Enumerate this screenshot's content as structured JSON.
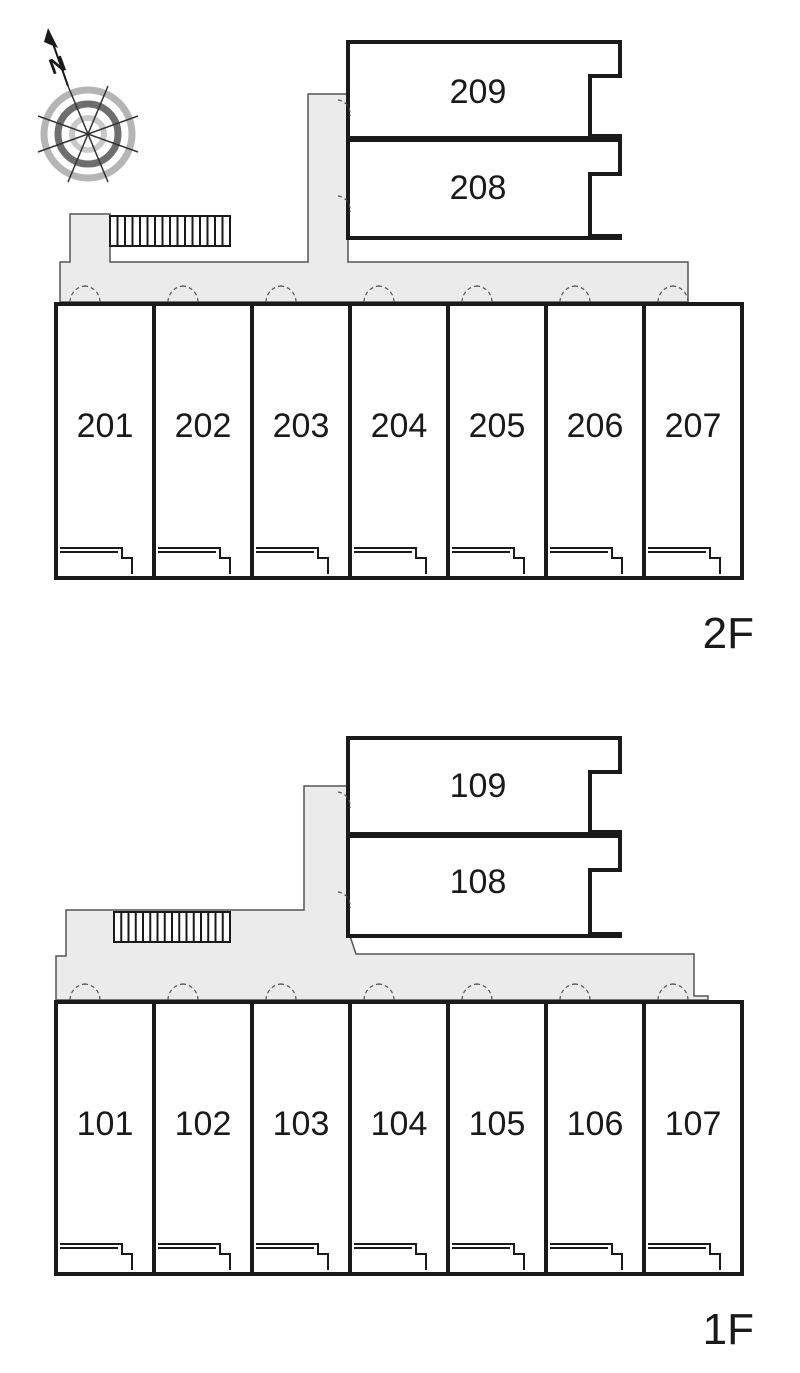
{
  "floors": [
    {
      "floor_label": "2F",
      "top_units": [
        "209",
        "208"
      ],
      "row_units": [
        "201",
        "202",
        "203",
        "204",
        "205",
        "206",
        "207"
      ]
    },
    {
      "floor_label": "1F",
      "top_units": [
        "109",
        "108"
      ],
      "row_units": [
        "101",
        "102",
        "103",
        "104",
        "105",
        "106",
        "107"
      ]
    }
  ],
  "compass": {
    "label": "N",
    "icon": "compass-icon"
  }
}
